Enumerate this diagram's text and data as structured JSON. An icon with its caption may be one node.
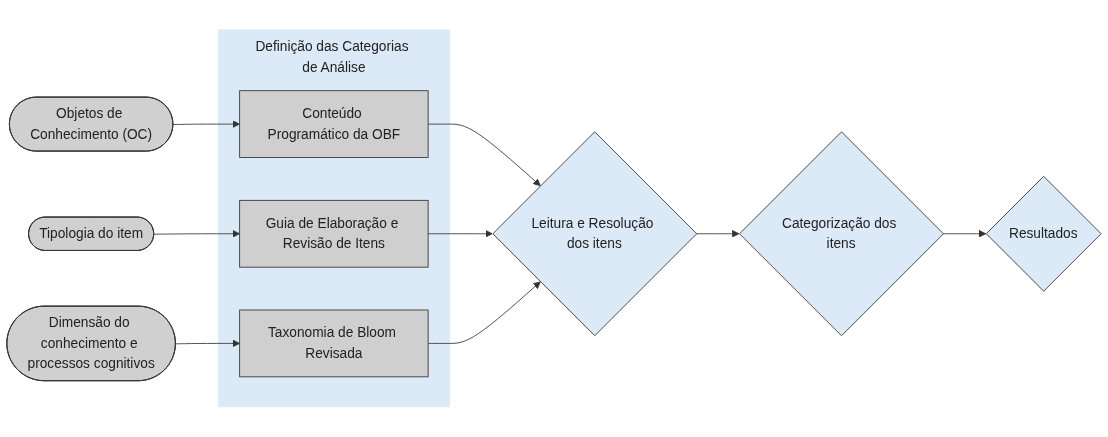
{
  "diagram": {
    "nodes": [
      {
        "text": [
          "Objetos de Conhecimento (OC)"
        ]
      },
      {
        "text": [
          "Tipologia do item"
        ]
      },
      {
        "text": [
          "Dimensão do conhecimento e processos cognitivos"
        ]
      },
      {
        "text": [
          "Definição das Categorias de Análise"
        ]
      },
      {
        "text": [
          "Conteúdo Programático da OBF"
        ],
        "in": 3
      },
      {
        "text": [
          "Guia de Elaboração e Revisão de Itens"
        ],
        "in": 3
      },
      {
        "text": [
          "Taxonomia de Bloom Revisada"
        ],
        "in": 3
      },
      {
        "text": [
          "Leitura e Resolução dos itens"
        ]
      },
      {
        "text": [
          "Categorização dos itens"
        ]
      },
      {
        "text": [
          "Resultados"
        ]
      }
    ],
    "edges": [
      {
        "from": 0,
        "to": 4,
        "arrow": "to"
      },
      {
        "from": 1,
        "to": 5,
        "arrow": "to"
      },
      {
        "from": 2,
        "to": 6,
        "arrow": "to"
      },
      {
        "from": 4,
        "to": 7,
        "arrow": "to"
      },
      {
        "from": 5,
        "to": 7,
        "arrow": "to"
      },
      {
        "from": 6,
        "to": 7,
        "arrow": "to"
      },
      {
        "from": 7,
        "to": 8,
        "arrow": "to"
      },
      {
        "from": 8,
        "to": 9,
        "arrow": "to"
      }
    ]
  }
}
